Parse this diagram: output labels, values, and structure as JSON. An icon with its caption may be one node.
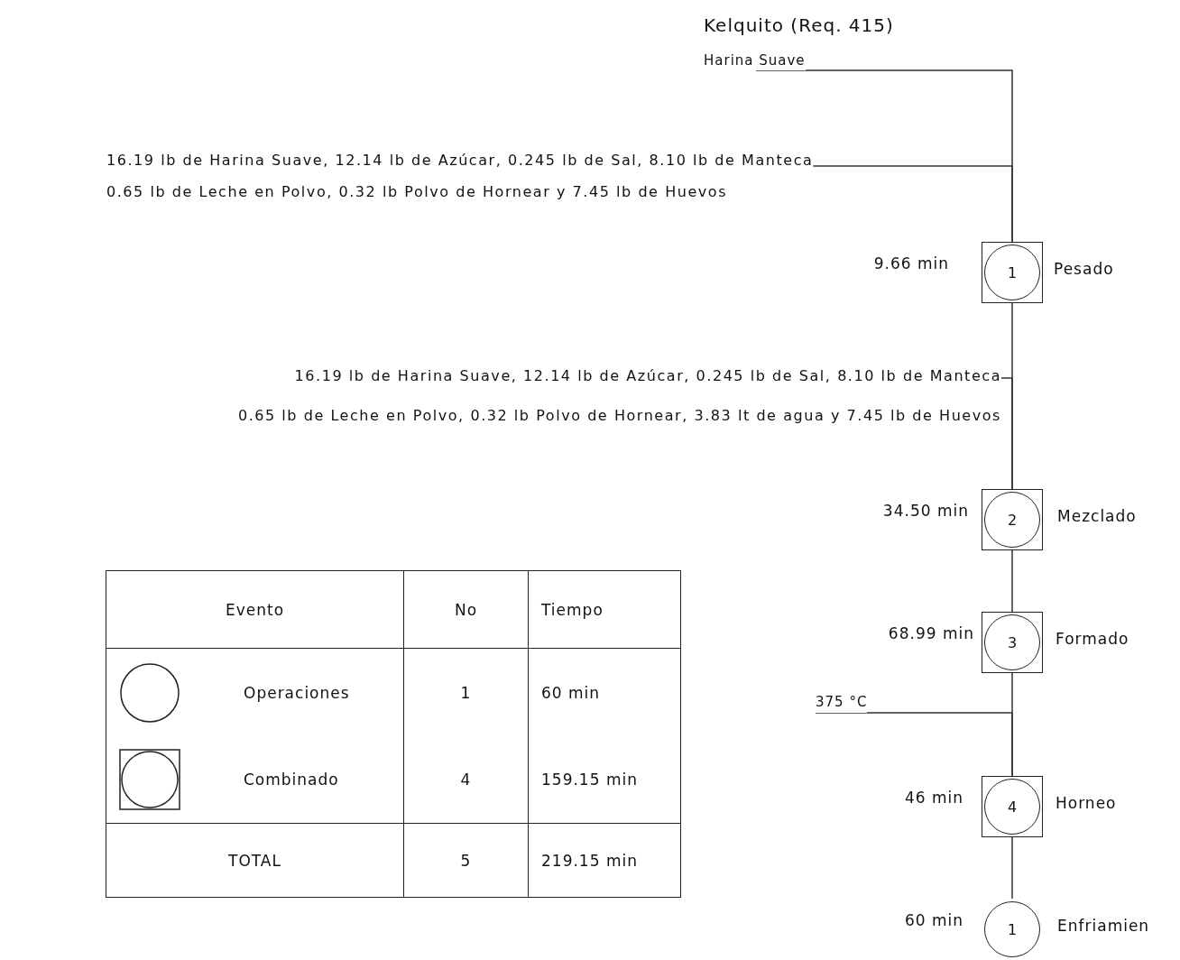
{
  "diagram": {
    "title": "Kelquito (Req. 415)",
    "nodes": [
      {
        "text": [
          "Harina Suave"
        ]
      },
      {
        "text": [
          "16.19 lb de Harina Suave, 12.14 lb de Azúcar, 0.245 lb de Sal, 8.10 lb de Manteca 0.65 lb de Leche en Polvo, 0.32 lb Polvo de Hornear y 7.45 lb de Huevos"
        ]
      },
      {
        "text": [
          "1"
        ],
        "beside": [
          "9.66 min",
          "Pesado"
        ]
      },
      {
        "text": [
          "16.19 lb de Harina Suave, 12.14 lb de Azúcar, 0.245 lb de Sal, 8.10 lb de Manteca 0.65 lb de Leche en Polvo, 0.32 lb Polvo de Hornear, 3.83 lt de agua y 7.45 lb de Huevos"
        ]
      },
      {
        "text": [
          "2"
        ],
        "beside": [
          "34.50 min",
          "Mezclado"
        ]
      },
      {
        "text": [
          "3"
        ],
        "beside": [
          "68.99 min",
          "Formado"
        ]
      },
      {
        "text": [
          "375 °C"
        ]
      },
      {
        "text": [
          "4"
        ],
        "beside": [
          "46 min",
          "Horneo"
        ]
      },
      {
        "text": [
          "1"
        ],
        "beside": [
          "60 min",
          "Enfriamien"
        ]
      }
    ],
    "edges": [
      {
        "from": 0,
        "to": 2,
        "arrow": "none"
      },
      {
        "from": 1,
        "to": 2,
        "arrow": "none"
      },
      {
        "from": 2,
        "to": 4,
        "arrow": "none"
      },
      {
        "from": 3,
        "to": 4,
        "arrow": "none"
      },
      {
        "from": 4,
        "to": 5,
        "arrow": "none"
      },
      {
        "from": 5,
        "to": 7,
        "arrow": "none"
      },
      {
        "from": 6,
        "to": 7,
        "arrow": "none"
      },
      {
        "from": 7,
        "to": 8,
        "arrow": "none"
      }
    ],
    "labels": [
      "Evento",
      "No",
      "Tiempo",
      "Operaciones",
      "1",
      "60 min",
      "Combinado",
      "4",
      "159.15 min",
      "TOTAL",
      "5",
      "219.15 min"
    ]
  }
}
